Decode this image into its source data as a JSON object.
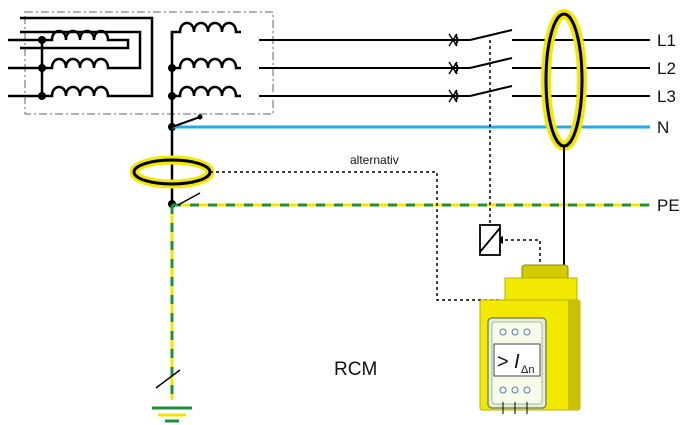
{
  "labels": {
    "l1": "L1",
    "l2": "L2",
    "l3": "L3",
    "n": "N",
    "pe": "PE",
    "alternative": "alternativ",
    "rcm": "RCM",
    "display_symbol": ">",
    "display_current": "I",
    "display_subscript": "Δn"
  },
  "colors": {
    "phase": "#000000",
    "neutral": "#2ea7e0",
    "pe_green": "#1e8f3a",
    "pe_yellow": "#f2e600",
    "device_body": "#f3e800",
    "device_shadow": "#b9b000",
    "display_bg": "#f7fbe9"
  },
  "icons": [
    "transformer-icon",
    "current-transformer-ring-icon",
    "relay-coil-icon",
    "earth-ground-icon",
    "rcm-device-icon"
  ]
}
